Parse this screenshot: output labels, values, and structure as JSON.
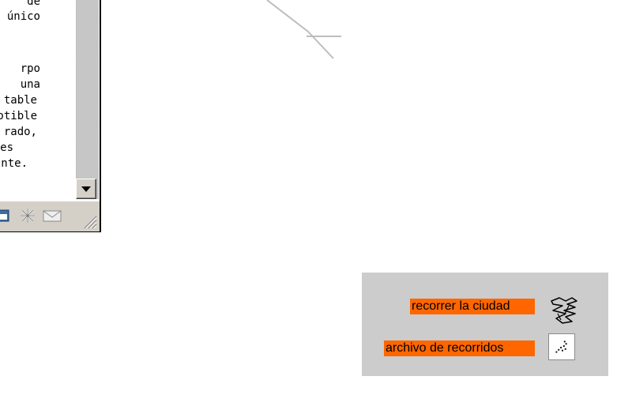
{
  "side_window": {
    "text_lines": [
      "de",
      "único",
      "",
      "",
      "rpo",
      "una",
      "table",
      "otible",
      "rado,",
      "es",
      "nte."
    ]
  },
  "status_icons": [
    "window-icon",
    "snowflake-icon",
    "envelope-icon"
  ],
  "panel": {
    "tour_label": "recorrer la ciudad",
    "archive_label": "archivo de recorridos",
    "tour_icon": "scribble-path-icon",
    "archive_icon": "dotted-path-icon",
    "label_bg": "#ff6600",
    "panel_bg": "#cccccc"
  }
}
